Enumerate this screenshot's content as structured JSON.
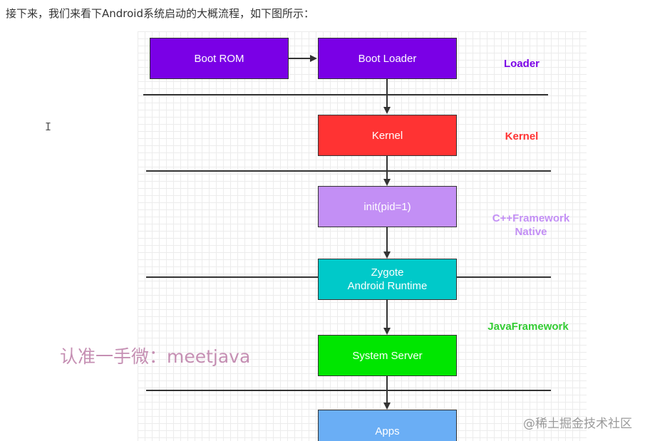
{
  "intro_text": "接下来，我们来看下Android系统启动的大概流程，如下图所示：",
  "cursor_glyph": "I",
  "diagram": {
    "boxes": {
      "boot_rom": {
        "label": "Boot ROM",
        "color": "#7a00e6"
      },
      "boot_loader": {
        "label": "Boot Loader",
        "color": "#7a00e6"
      },
      "kernel": {
        "label": "Kernel",
        "color": "#ff3333"
      },
      "init": {
        "label": "init(pid=1)",
        "color": "#c38ff5"
      },
      "zygote": {
        "label": "Zygote\nAndroid Runtime",
        "color": "#00c9c9"
      },
      "system_server": {
        "label": "System Server",
        "color": "#00e600"
      },
      "apps": {
        "label": "Apps",
        "color": "#6aaef5"
      }
    },
    "layers": {
      "loader": {
        "label": "Loader",
        "color": "#7a00e6"
      },
      "kernel": {
        "label": "Kernel",
        "color": "#ff3333"
      },
      "native": {
        "label": "C++Framework\nNative",
        "color": "#c38ff5"
      },
      "java": {
        "label": "JavaFramework",
        "color": "#33cc33"
      }
    }
  },
  "watermark_text": "认准一手微：meetjava",
  "footer_mark": "@稀土掘金技术社区"
}
